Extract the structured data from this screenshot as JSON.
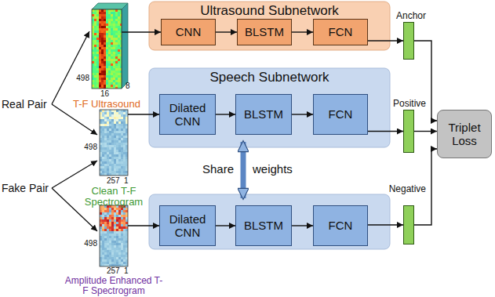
{
  "diagram": {
    "nodes": [
      {
        "text": [
          "Ultrasound Subnetwork"
        ]
      },
      {
        "text": [
          "CNN"
        ],
        "in": 0
      },
      {
        "text": [
          "BLSTM"
        ],
        "in": 0
      },
      {
        "text": [
          "FCN"
        ],
        "in": 0
      },
      {
        "text": [
          "Anchor"
        ]
      },
      {
        "text": [
          "T-F Ultrasound"
        ]
      },
      {
        "text": [
          "Speech Subnetwork"
        ]
      },
      {
        "text": [
          "Dilated CNN"
        ],
        "in": 6
      },
      {
        "text": [
          "BLSTM"
        ],
        "in": 6
      },
      {
        "text": [
          "FCN"
        ],
        "in": 6
      },
      {
        "text": [
          "Positive"
        ]
      },
      {
        "text": [
          "Clean T-F Spectrogram"
        ]
      },
      {
        "text": [
          "Triplet Loss"
        ]
      },
      {
        "text": [
          "Dilated CNN"
        ]
      },
      {
        "text": [
          "BLSTM"
        ]
      },
      {
        "text": [
          "FCN"
        ]
      },
      {
        "text": [
          "Negative"
        ]
      },
      {
        "text": [
          "Amplitude Enhanced T-F Spectrogram"
        ]
      }
    ],
    "edges": [
      {
        "from": 5,
        "to": 1,
        "arrow": "to"
      },
      {
        "from": 1,
        "to": 2,
        "arrow": "to"
      },
      {
        "from": 2,
        "to": 3,
        "arrow": "to"
      },
      {
        "from": 3,
        "to": 4,
        "arrow": "to"
      },
      {
        "from": 4,
        "to": 12,
        "arrow": "to"
      },
      {
        "from": 11,
        "to": 7,
        "arrow": "to"
      },
      {
        "from": 7,
        "to": 8,
        "arrow": "to"
      },
      {
        "from": 8,
        "to": 9,
        "arrow": "to"
      },
      {
        "from": 9,
        "to": 10,
        "arrow": "to"
      },
      {
        "from": 10,
        "to": 12,
        "arrow": "to"
      },
      {
        "from": 8,
        "to": 14,
        "arrow": "both"
      },
      {
        "from": 17,
        "to": 13,
        "arrow": "to"
      },
      {
        "from": 13,
        "to": 14,
        "arrow": "to"
      },
      {
        "from": 14,
        "to": 15,
        "arrow": "to"
      },
      {
        "from": 15,
        "to": 16,
        "arrow": "to"
      },
      {
        "from": 16,
        "to": 12,
        "arrow": "to"
      }
    ],
    "labels": [
      "Real Pair",
      "Fake Pair",
      "498",
      "16",
      "8",
      "498",
      "257",
      "1",
      "498",
      "257",
      "1",
      "Share",
      "weights"
    ]
  }
}
